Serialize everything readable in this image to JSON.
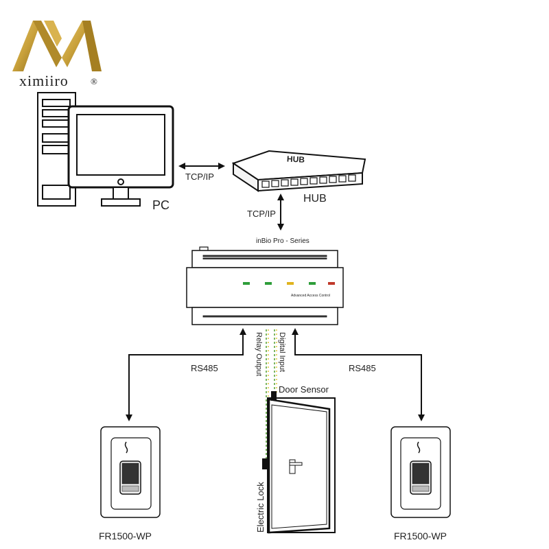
{
  "brand": {
    "logo_text": "ximiiro",
    "gold": "#c9a13b",
    "gold_dark": "#8a6a1c",
    "gold_light": "#e6c66a",
    "icon": "ximiir-logo-icon"
  },
  "nodes": {
    "pc": {
      "label": "PC",
      "icon": "desktop-computer-icon"
    },
    "hub": {
      "label": "HUB",
      "panel_text": "HUB",
      "icon": "network-hub-icon"
    },
    "controller": {
      "title": "inBio Pro - Series",
      "panel_text": "Advanced Access Control",
      "led_colors": [
        "#2e9e3a",
        "#2e9e3a",
        "#e0b31e",
        "#2e9e3a",
        "#c0392b"
      ],
      "icon": "access-controller-icon"
    },
    "door": {
      "label": "Door Sensor",
      "icon": "door-icon"
    },
    "lock": {
      "label": "Electric Lock",
      "icon": "electric-lock-icon"
    },
    "reader_left": {
      "label": "FR1500-WP",
      "icon": "fingerprint-reader-icon"
    },
    "reader_right": {
      "label": "FR1500-WP",
      "icon": "fingerprint-reader-icon"
    }
  },
  "connections": {
    "pc_hub": "TCP/IP",
    "hub_controller": "TCP/IP",
    "left_reader": "RS485",
    "right_reader": "RS485",
    "relay": "Relay Output",
    "digital": "Digital Input"
  },
  "colors": {
    "line": "#111111",
    "dashed_green": "#7bb661",
    "dashed_yellow": "#e2c63a"
  }
}
